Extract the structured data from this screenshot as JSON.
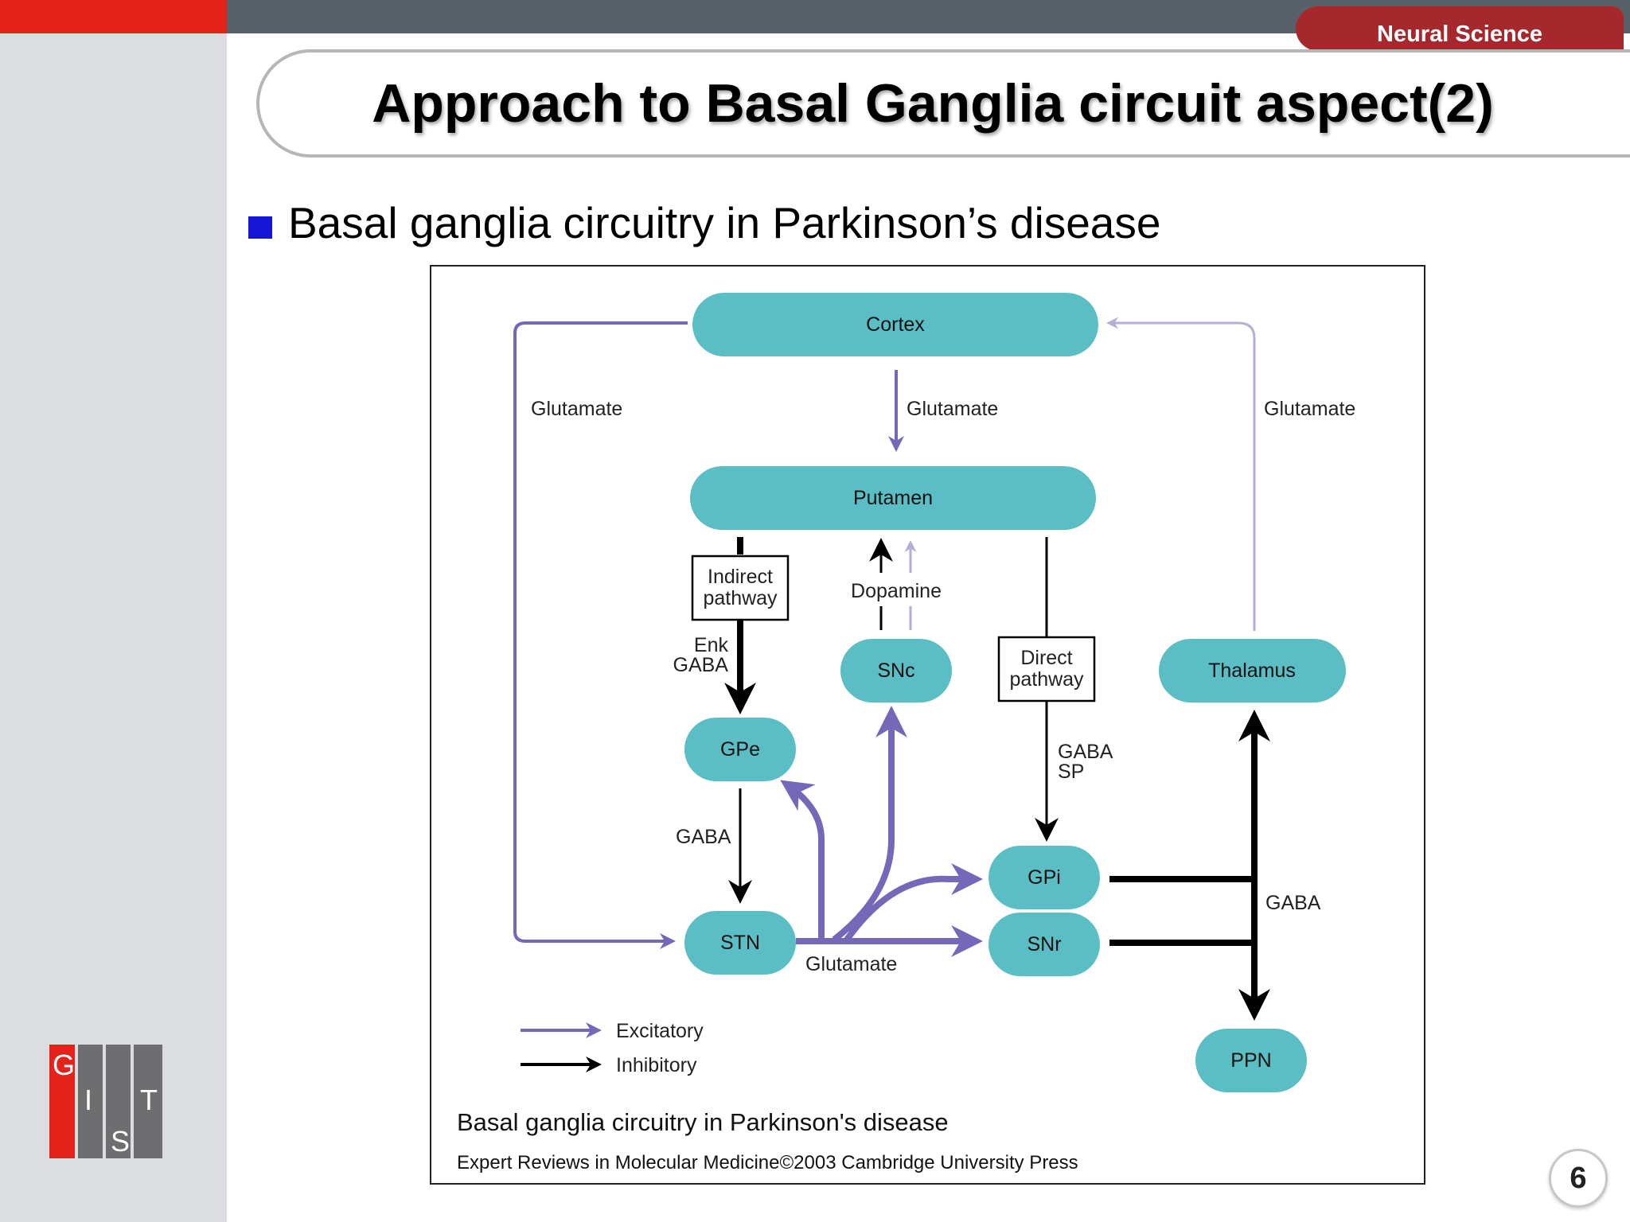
{
  "header": {
    "course_tag": "Neural Science",
    "title": "Approach to Basal Ganglia circuit aspect(2)"
  },
  "bullet": {
    "text": "Basal ganglia circuitry in Parkinson’s disease"
  },
  "figure": {
    "nodes": {
      "cortex": "Cortex",
      "putamen": "Putamen",
      "snc": "SNc",
      "thalamus": "Thalamus",
      "gpe": "GPe",
      "stn": "STN",
      "gpi": "GPi",
      "snr": "SNr",
      "ppn": "PPN"
    },
    "boxes": {
      "indirect_1": "Indirect",
      "indirect_2": "pathway",
      "direct_1": "Direct",
      "direct_2": "pathway"
    },
    "labels": {
      "glutamate_left": "Glutamate",
      "glutamate_center": "Glutamate",
      "glutamate_right": "Glutamate",
      "dopamine": "Dopamine",
      "enk": "Enk",
      "gaba_indirect": "GABA",
      "gaba_stn": "GABA",
      "gaba_direct": "GABA",
      "sp": "SP",
      "gaba_output": "GABA",
      "glutamate_stn": "Glutamate"
    },
    "legend": {
      "excitatory": "Excitatory",
      "inhibitory": "Inhibitory"
    },
    "caption": "Basal ganglia circuitry in Parkinson's disease",
    "credit": "Expert Reviews in Molecular Medicine©2003 Cambridge University Press"
  },
  "logo": {
    "letters": [
      "G",
      "I",
      "S",
      "T"
    ]
  },
  "page": {
    "number": "6"
  },
  "colors": {
    "node_fill": "#5bbec4",
    "excitatory": "#7468b8",
    "excitatory_light": "#b5afd8",
    "inhibitory": "#000000",
    "bullet": "#1515d6",
    "tag": "#a5282c"
  }
}
